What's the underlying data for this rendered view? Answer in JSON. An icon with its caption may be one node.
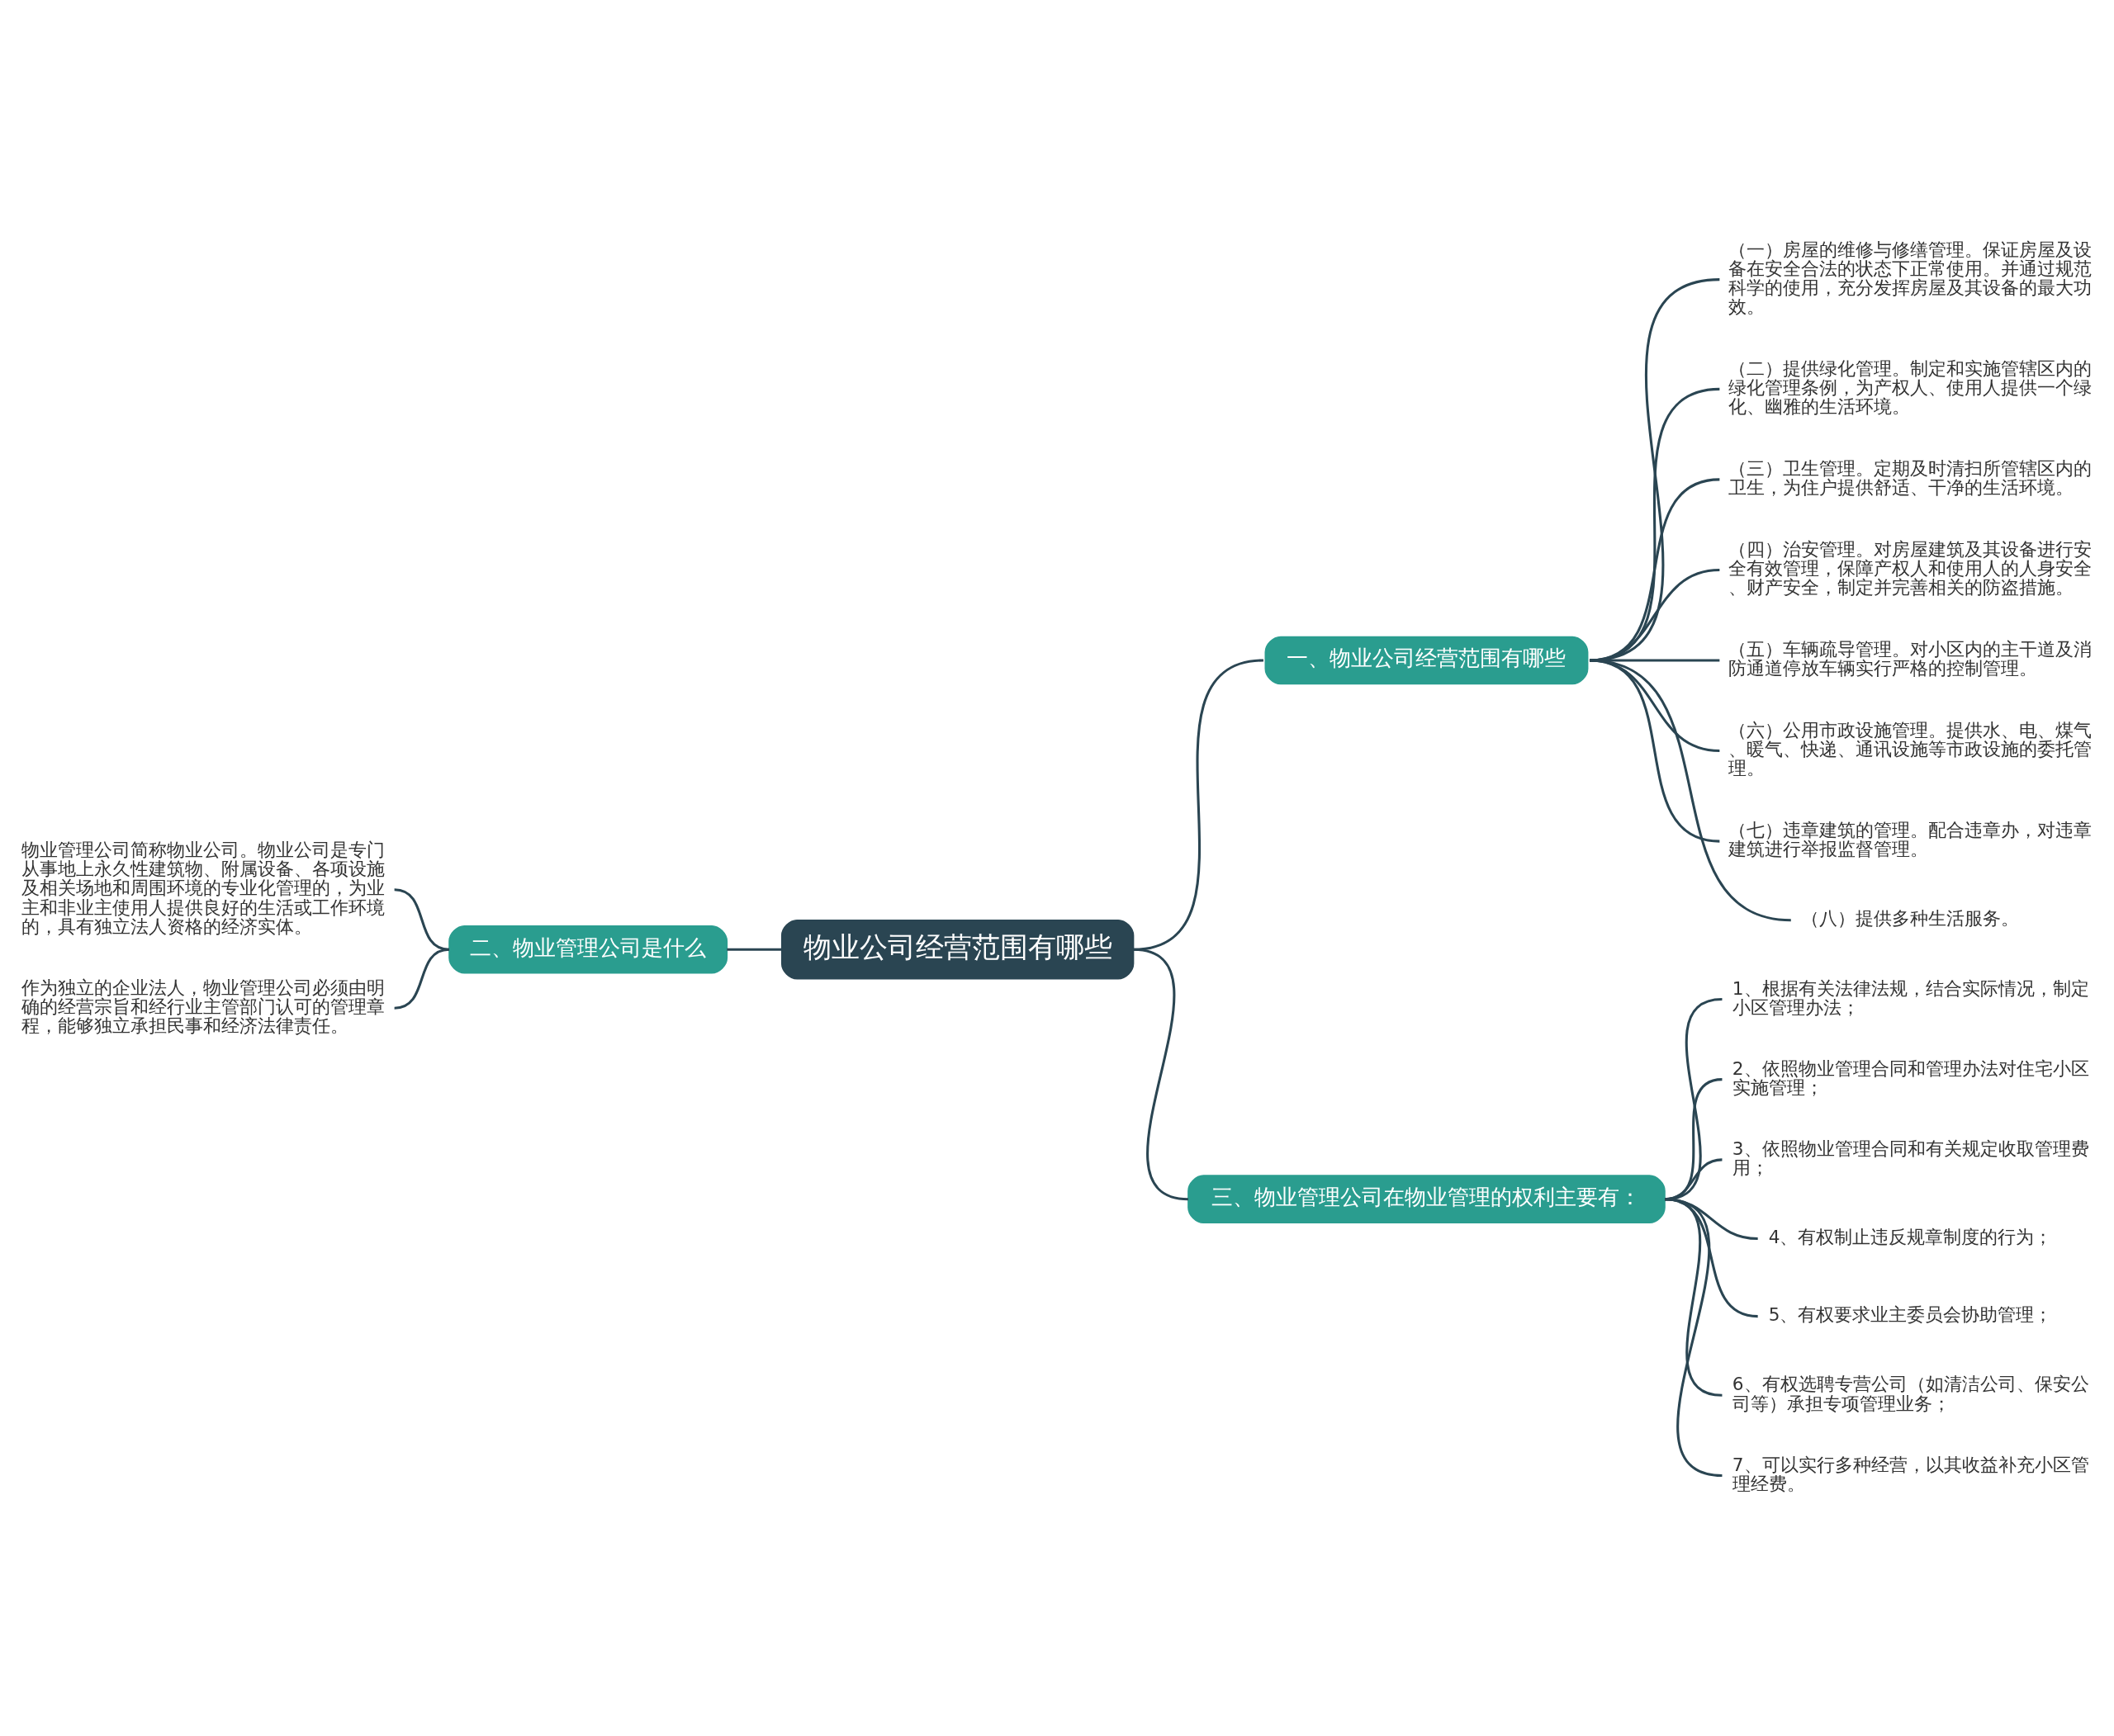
{
  "diagram": {
    "nodes": [
      {
        "text": [
          "物业公司经营范围有哪些"
        ]
      },
      {
        "text": [
          "一、物业公司经营范围有哪些"
        ]
      },
      {
        "text": [
          "（一）房屋的维修与修缮管理。保证房屋及设备在安全合法的状态下正常使用。并通过规范科学的使用，充分发挥房屋及其设备的最大功效。"
        ]
      },
      {
        "text": [
          "（二）提供绿化管理。制定和实施管辖区内的绿化管理条例，为产权人、使用人提供一个绿化、幽雅的生活环境。"
        ]
      },
      {
        "text": [
          "（三）卫生管理。定期及时清扫所管辖区内的卫生，为住户提供舒适、干净的生活环境。"
        ]
      },
      {
        "text": [
          "（四）治安管理。对房屋建筑及其设备进行安全有效管理，保障产权人和使用人的人身安全、财产安全，制定并完善相关的防盗措施。"
        ]
      },
      {
        "text": [
          "（五）车辆疏导管理。对小区内的主干道及消防通道停放车辆实行严格的控制管理。"
        ]
      },
      {
        "text": [
          "（六）公用市政设施管理。提供水、电、煤气、暖气、快递、通讯设施等市政设施的委托管理。"
        ]
      },
      {
        "text": [
          "（七）违章建筑的管理。配合违章办，对违章建筑进行举报监督管理。"
        ]
      },
      {
        "text": [
          "（八）提供多种生活服务。"
        ]
      },
      {
        "text": [
          "二、物业管理公司是什么"
        ]
      },
      {
        "text": [
          "物业管理公司简称物业公司。物业公司是专门从事地上永久性建筑物、附属设备、各项设施及相关场地和周围环境的专业化管理的，为业主和非业主使用人提供良好的生活或工作环境的，具有独立法人资格的经济实体。"
        ]
      },
      {
        "text": [
          "作为独立的企业法人，物业管理公司必须由明确的经营宗旨和经行业主管部门认可的管理章程，能够独立承担民事和经济法律责任。"
        ]
      },
      {
        "text": [
          "三、物业管理公司在物业管理的权利主要有："
        ]
      },
      {
        "text": [
          "1、根据有关法律法规，结合实际情况，制定小区管理办法；"
        ]
      },
      {
        "text": [
          "2、依照物业管理合同和管理办法对住宅小区实施管理；"
        ]
      },
      {
        "text": [
          "3、依照物业管理合同和有关规定收取管理费用；"
        ]
      },
      {
        "text": [
          "4、有权制止违反规章制度的行为；"
        ]
      },
      {
        "text": [
          "5、有权要求业主委员会协助管理；"
        ]
      },
      {
        "text": [
          "6、有权选聘专营公司（如清洁公司、保安公司等）承担专项管理业务；"
        ]
      },
      {
        "text": [
          "7、可以实行多种经营，以其收益补充小区管理经费。"
        ]
      }
    ],
    "edges": [
      {
        "from": 0,
        "to": 1,
        "arrow": "none"
      },
      {
        "from": 1,
        "to": 2,
        "arrow": "none"
      },
      {
        "from": 1,
        "to": 3,
        "arrow": "none"
      },
      {
        "from": 1,
        "to": 4,
        "arrow": "none"
      },
      {
        "from": 1,
        "to": 5,
        "arrow": "none"
      },
      {
        "from": 1,
        "to": 6,
        "arrow": "none"
      },
      {
        "from": 1,
        "to": 7,
        "arrow": "none"
      },
      {
        "from": 1,
        "to": 8,
        "arrow": "none"
      },
      {
        "from": 1,
        "to": 9,
        "arrow": "none"
      },
      {
        "from": 0,
        "to": 10,
        "arrow": "none"
      },
      {
        "from": 10,
        "to": 11,
        "arrow": "none"
      },
      {
        "from": 10,
        "to": 12,
        "arrow": "none"
      },
      {
        "from": 0,
        "to": 13,
        "arrow": "none"
      },
      {
        "from": 13,
        "to": 14,
        "arrow": "none"
      },
      {
        "from": 13,
        "to": 15,
        "arrow": "none"
      },
      {
        "from": 13,
        "to": 16,
        "arrow": "none"
      },
      {
        "from": 13,
        "to": 17,
        "arrow": "none"
      },
      {
        "from": 13,
        "to": 18,
        "arrow": "none"
      },
      {
        "from": 13,
        "to": 19,
        "arrow": "none"
      },
      {
        "from": 13,
        "to": 20,
        "arrow": "none"
      }
    ]
  }
}
